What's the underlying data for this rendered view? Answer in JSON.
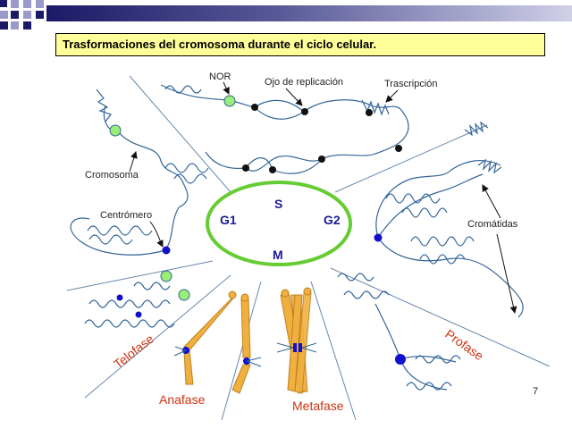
{
  "title": "Trasformaciones del cromosoma durante el ciclo celular.",
  "page_number": "7",
  "cycle": {
    "s": "S",
    "g1": "G1",
    "g2": "G2",
    "m": "M"
  },
  "labels": {
    "nor": "NOR",
    "replication_eye": "Ojo de replicación",
    "transcription": "Trascripción",
    "chromosome": "Cromosoma",
    "centromere": "Centrómero",
    "chromatids": "Cromátidas"
  },
  "phases": {
    "telophase": "Telofase",
    "anaphase": "Anafase",
    "metaphase": "Metafase",
    "prophase": "Profase"
  },
  "colors": {
    "cycle_ring": "#66cc33",
    "cycle_text": "#1a1a99",
    "phase_text": "#cc3311",
    "chromatin": "#336699",
    "chromosome_fill": "#f0b040",
    "nor_dot": "#99ee77",
    "centromere_dot": "#1111cc",
    "title_bg": "#ffff99"
  }
}
